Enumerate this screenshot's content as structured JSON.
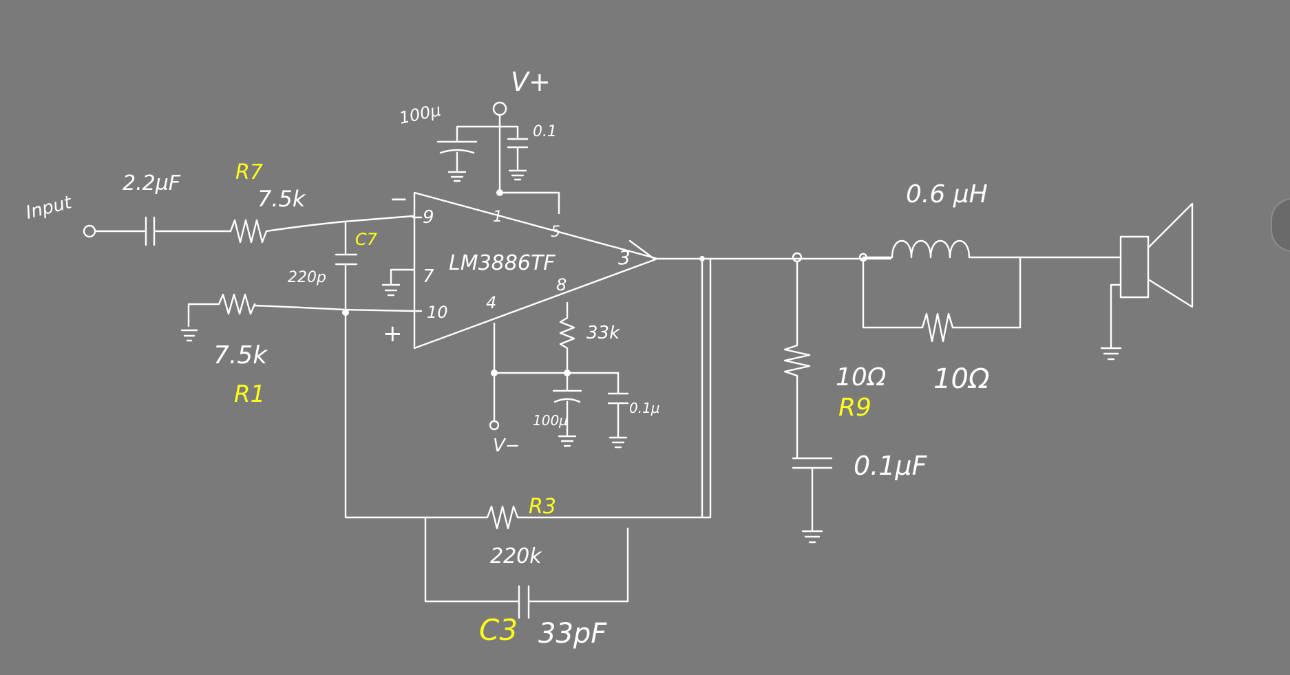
{
  "diagram": {
    "input_label": "Input",
    "input_cap": "2.2µF",
    "r7_name": "R7",
    "r7_value": "7.5k",
    "c7_name": "C7",
    "c7_value": "220p",
    "r1_value": "7.5k",
    "r1_name": "R1",
    "supply_pos": "V+",
    "cap_100u_top": "100µ",
    "cap_01_top": "0.1",
    "ic_part": "LM3886TF",
    "pin_9": "9",
    "pin_1": "1",
    "pin_5": "5",
    "pin_7": "7",
    "pin_3": "3",
    "pin_8": "8",
    "pin_10": "10",
    "pin_4": "4",
    "minus_sign": "−",
    "plus_sign": "+",
    "r_33k": "33k",
    "cap_100u_bottom": "100µ",
    "cap_01u_bottom": "0.1µ",
    "supply_neg": "V−",
    "r3_name": "R3",
    "r3_value": "220k",
    "c3_name": "C3",
    "c3_value": "33pF",
    "inductor_value": "0.6 µH",
    "r_parallel_value": "10Ω",
    "r9_value": "10Ω",
    "r9_name": "R9",
    "zobel_cap": "0.1µF"
  }
}
